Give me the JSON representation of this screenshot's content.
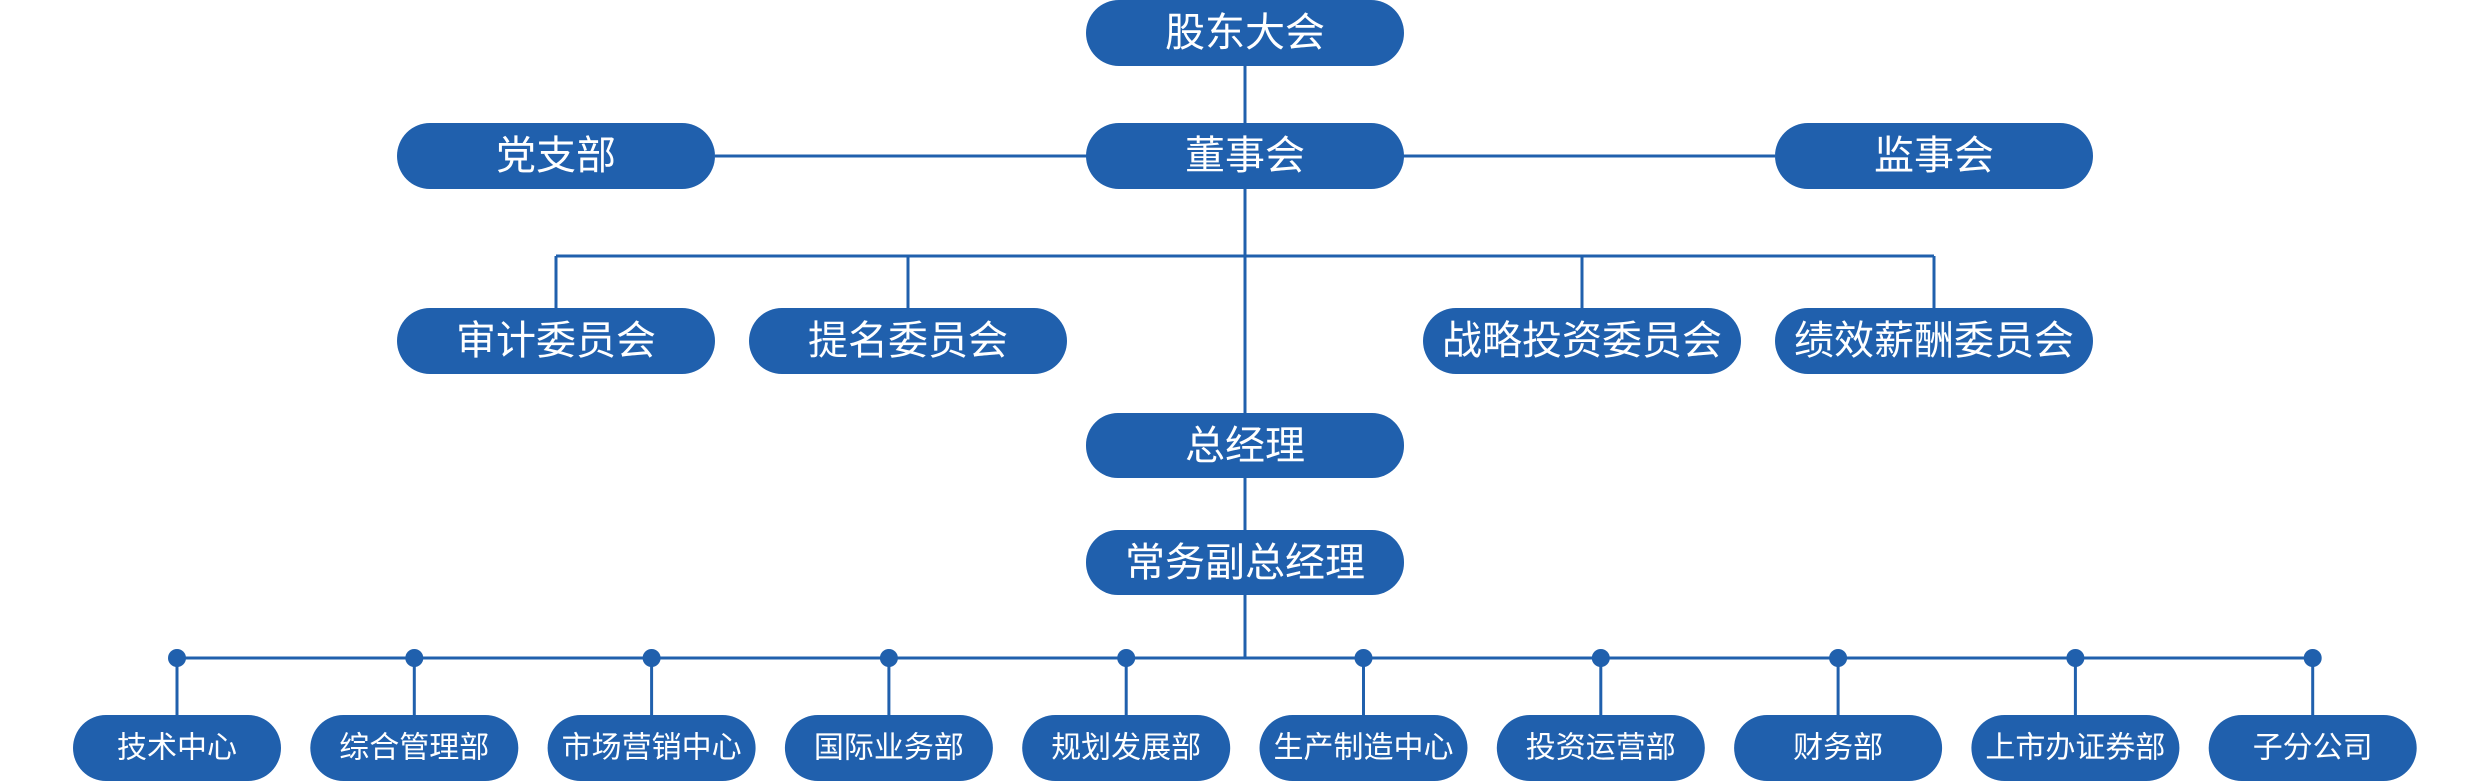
{
  "org_chart": {
    "colors": {
      "node_fill": "#2060ad",
      "node_text": "#ffffff",
      "line": "#2060ad",
      "background": "#ffffff"
    },
    "shareholders": "股东大会",
    "party_branch": "党支部",
    "board": "董事会",
    "supervisors": "监事会",
    "committees": {
      "audit": "审计委员会",
      "nomination": "提名委员会",
      "strategy": "战略投资委员会",
      "compensation": "绩效薪酬委员会"
    },
    "general_manager": "总经理",
    "executive_vp": "常务副总经理",
    "departments": [
      "技术中心",
      "综合管理部",
      "市场营销中心",
      "国际业务部",
      "规划发展部",
      "生产制造中心",
      "投资运营部",
      "财务部",
      "上市办证券部",
      "子分公司"
    ]
  }
}
